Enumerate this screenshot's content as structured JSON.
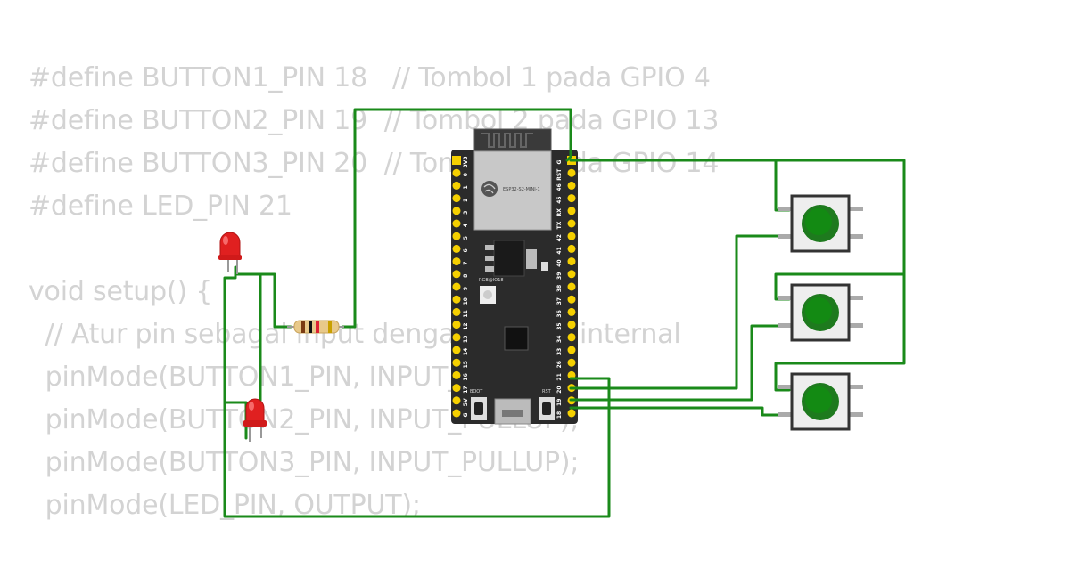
{
  "code_lines": [
    "#define BUTTON1_PIN 18   // Tombol 1 pada GPIO 4",
    "#define BUTTON2_PIN 19  // Tombol 2 pada GPIO 13",
    "#define BUTTON3_PIN 20  // Tombol 3 pada GPIO 14",
    "#define LED_PIN 21",
    "",
    "void setup() {",
    "  // Atur pin sebagai input dengan pull-up internal",
    "  pinMode(BUTTON1_PIN, INPUT_PULLUP);",
    "  pinMode(BUTTON2_PIN, INPUT_PULLUP);",
    "  pinMode(BUTTON3_PIN, INPUT_PULLUP);",
    "  pinMode(LED_PIN, OUTPUT);"
  ],
  "board": {
    "module_label": "ESP32-S2-MINI-1",
    "rgb_label": "RGB@IO18",
    "boot_label": "BOOT",
    "rst_label": "RST",
    "left_pins": [
      "3V3",
      "0",
      "1",
      "2",
      "3",
      "4",
      "5",
      "6",
      "7",
      "8",
      "9",
      "10",
      "11",
      "12",
      "13",
      "14",
      "15",
      "16",
      "17",
      "5V",
      "G"
    ],
    "right_pins": [
      "G",
      "RST",
      "46",
      "45",
      "RX",
      "TX",
      "42",
      "41",
      "40",
      "39",
      "38",
      "37",
      "36",
      "35",
      "34",
      "33",
      "26",
      "21",
      "20",
      "19",
      "18"
    ]
  },
  "colors": {
    "wire": "#1a8a1a",
    "board": "#2b2b2b",
    "pin": "#f5d000",
    "button_cap": "#1e7a1e",
    "led": "#e02020",
    "code_text": "#d3d3d3"
  }
}
